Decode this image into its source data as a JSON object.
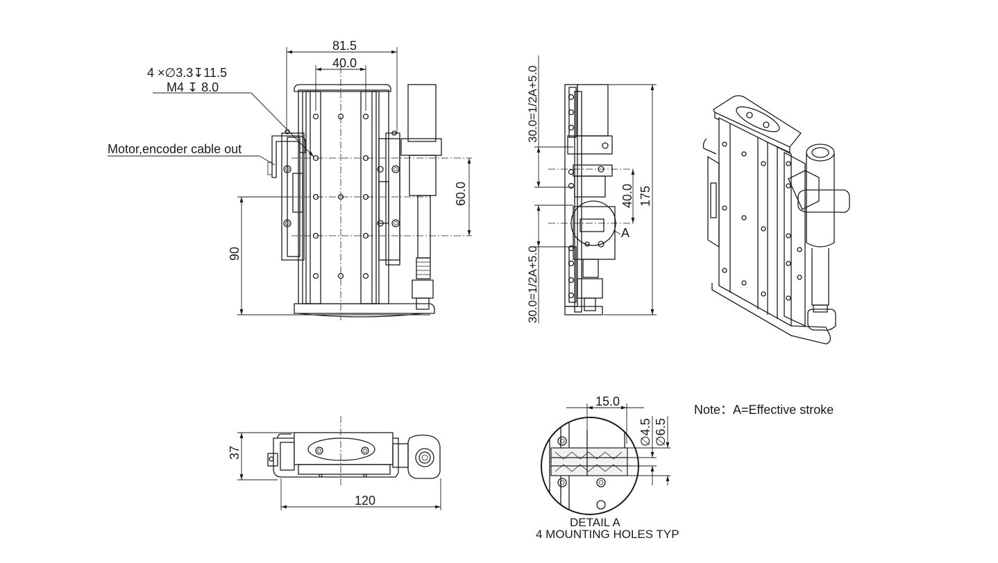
{
  "front_view": {
    "dim_width_outer": "81.5",
    "dim_width_inner": "40.0",
    "dim_hole_spacing": "60.0",
    "dim_height": "90",
    "hole_spec_line1": "4 ×∅3.3↧11.5",
    "hole_spec_line2": "M4 ↧ 8.0",
    "cable_label": "Motor,encoder cable out"
  },
  "side_view": {
    "dim_top": "30.0=1/2A+5.0",
    "dim_bottom": "30.0=1/2A+5.0",
    "dim_middle": "40.0",
    "dim_total": "175",
    "detail_marker": "A"
  },
  "top_view": {
    "dim_width": "120",
    "dim_height": "37"
  },
  "detail_view": {
    "dim_spacing": "15.0",
    "dim_diam_small": "∅4.5",
    "dim_diam_large": "∅6.5",
    "caption_line1": "DETAIL A",
    "caption_line2": "4 MOUNTING HOLES TYP"
  },
  "note": "Note：A=Effective stroke"
}
